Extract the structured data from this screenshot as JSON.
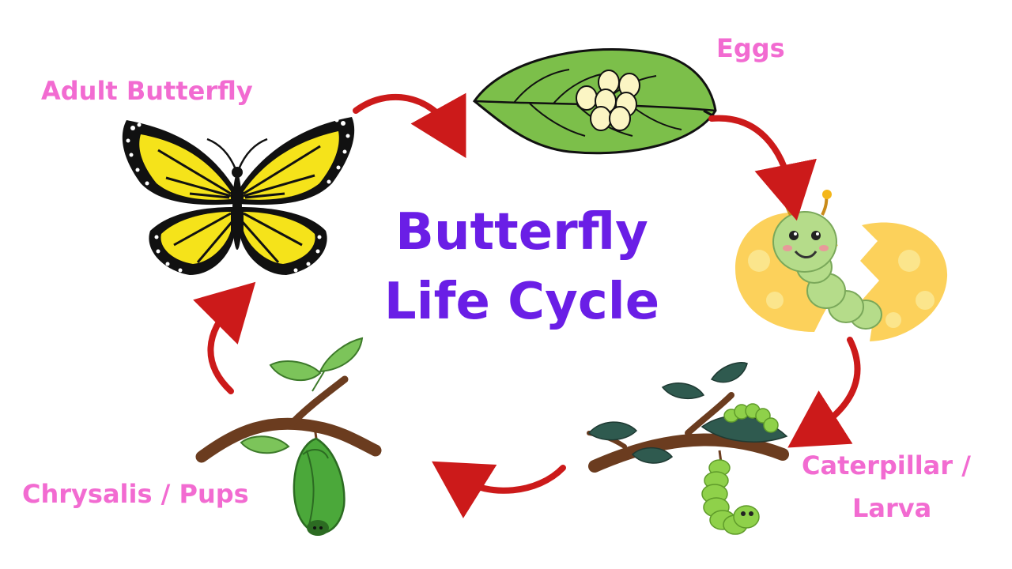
{
  "title": {
    "line1": "Butterfly",
    "line2": "Life Cycle",
    "color": "#6a1ee6"
  },
  "stages": {
    "adult": "Adult Butterfly",
    "eggs": "Eggs",
    "caterpillar_line1": "Caterpillar /",
    "caterpillar_line2": "Larva",
    "chrysalis": "Chrysalis / Pups"
  },
  "colors": {
    "label": "#f26bd1",
    "arrow": "#cc1a1a",
    "wing": "#f5e31a",
    "leaf": "#7cbf4a",
    "branch": "#6b3c1f"
  },
  "icons": [
    "butterfly-icon",
    "leaf-with-eggs-icon",
    "hatching-caterpillar-icon",
    "caterpillar-on-branch-icon",
    "chrysalis-on-branch-icon",
    "cycle-arrow-icon"
  ]
}
